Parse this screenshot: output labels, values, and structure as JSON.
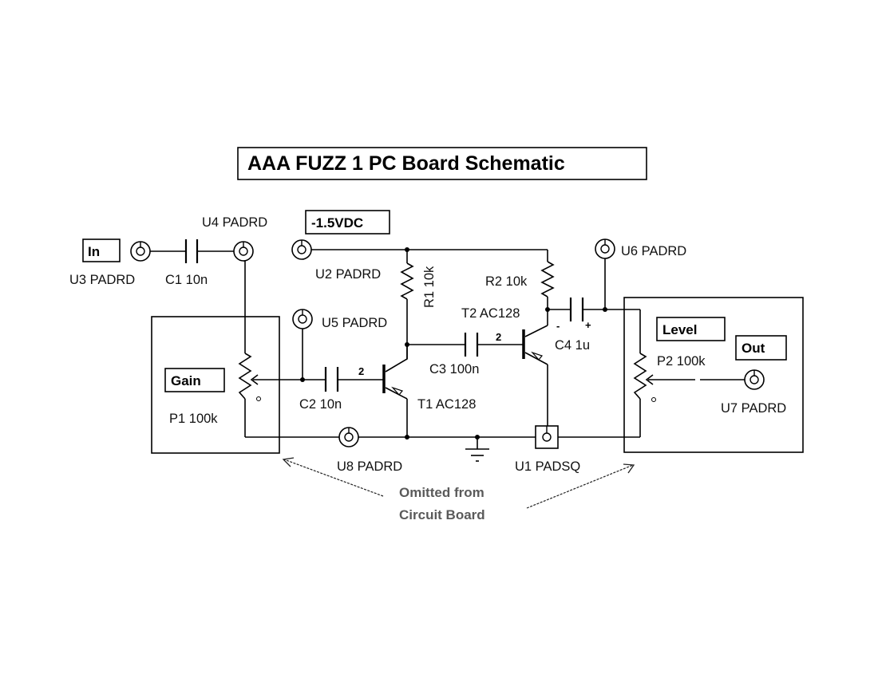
{
  "title": "AAA FUZZ 1 PC Board Schematic",
  "boxes": {
    "input": "In",
    "supply": "-1.5VDC",
    "gain": "Gain",
    "level": "Level",
    "output": "Out"
  },
  "components": {
    "U1": "U1 PADSQ",
    "U2": "U2 PADRD",
    "U3": "U3 PADRD",
    "U4": "U4 PADRD",
    "U5": "U5 PADRD",
    "U6": "U6 PADRD",
    "U7": "U7 PADRD",
    "U8": "U8 PADRD",
    "C1": "C1 10n",
    "C2": "C2 10n",
    "C3": "C3 100n",
    "C4": "C4 1u",
    "R1": "R1 10k",
    "R2": "R2 10k",
    "P1": "P1 100k",
    "P2": "P2 100k",
    "T1": "T1 AC128",
    "T2": "T2 AC128"
  },
  "pin_labels": {
    "t1_base": "2",
    "t2_base": "2"
  },
  "polarity": {
    "c4_negative": "-",
    "c4_positive": "+"
  },
  "note": {
    "line1": "Omitted from",
    "line2": "Circuit Board"
  }
}
